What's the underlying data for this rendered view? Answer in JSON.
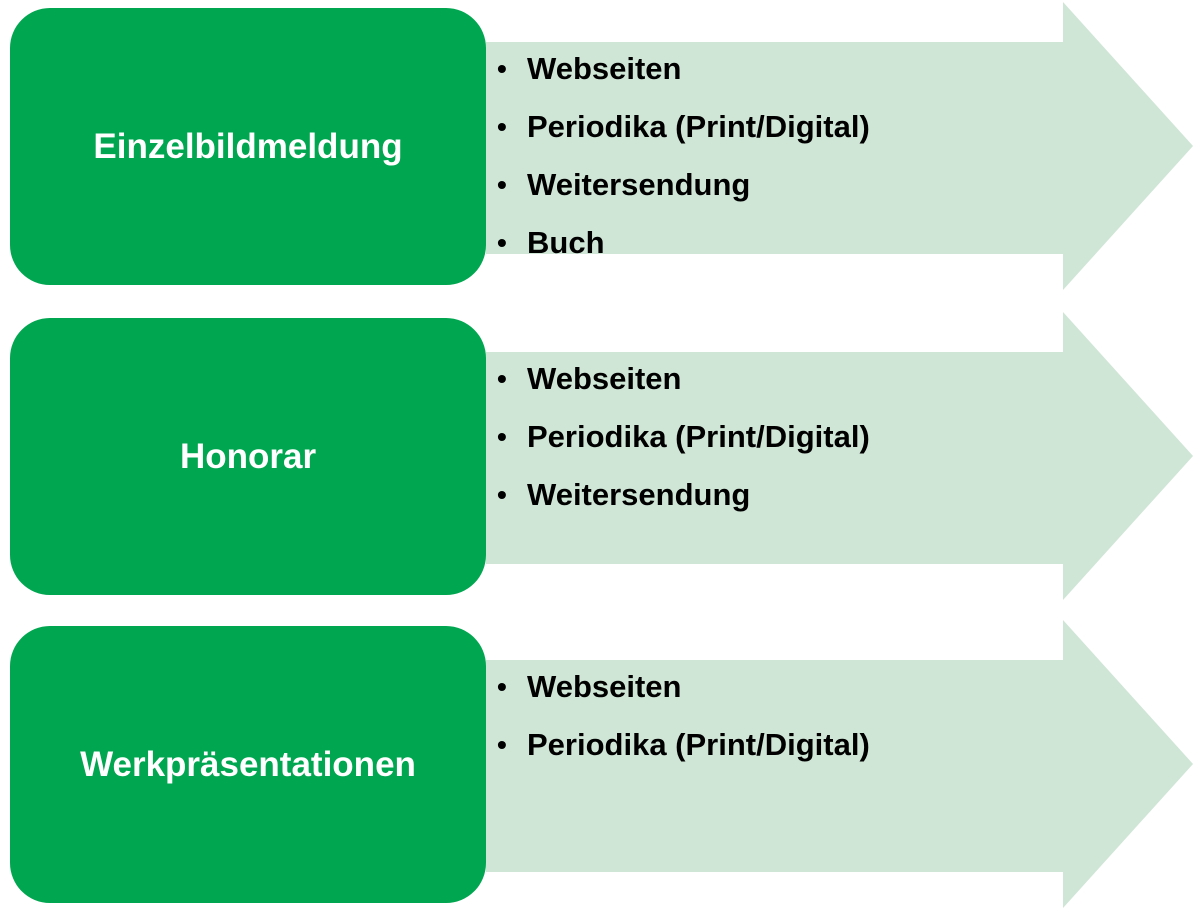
{
  "colors": {
    "box_fill": "#00a650",
    "arrow_fill": "#cfe5d6",
    "box_text": "#ffffff",
    "item_text": "#000000"
  },
  "rows": [
    {
      "label": "Einzelbildmeldung",
      "items": [
        "Webseiten",
        "Periodika (Print/Digital)",
        "Weitersendung",
        "Buch"
      ]
    },
    {
      "label": "Honorar",
      "items": [
        "Webseiten",
        "Periodika (Print/Digital)",
        "Weitersendung"
      ]
    },
    {
      "label": "Werkpräsentationen",
      "items": [
        "Webseiten",
        "Periodika (Print/Digital)"
      ]
    }
  ]
}
